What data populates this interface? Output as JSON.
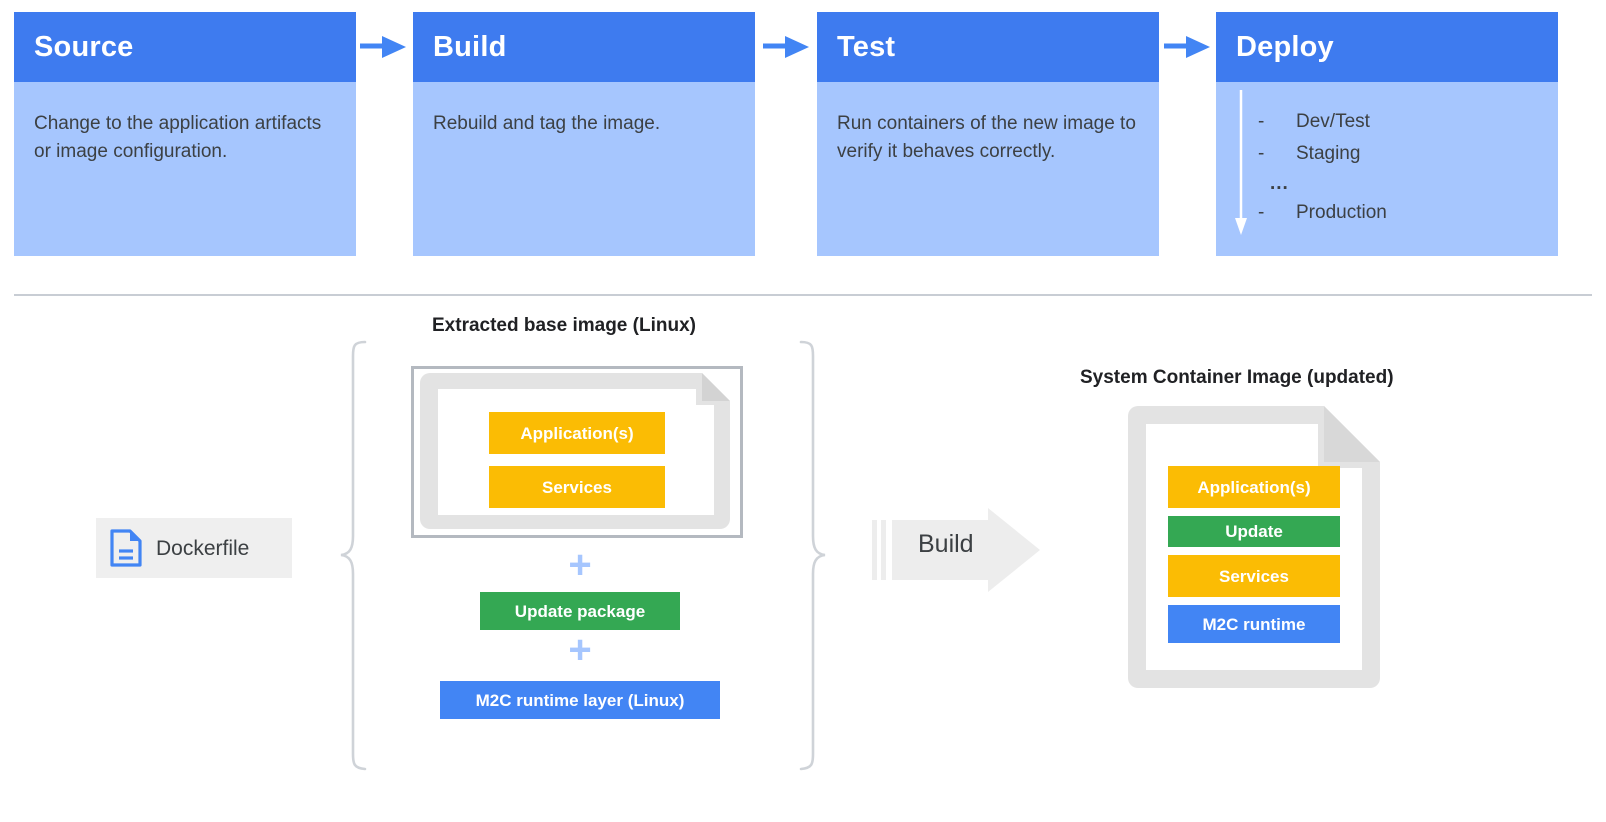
{
  "pipeline": {
    "cards": [
      {
        "title": "Source",
        "body": "Change to the application artifacts or image configuration."
      },
      {
        "title": "Build",
        "body": "Rebuild and tag the image."
      },
      {
        "title": "Test",
        "body": "Run containers of the new image to verify it behaves correctly."
      },
      {
        "title": "Deploy",
        "body": ""
      }
    ],
    "arrow_icon": "arrow-right-icon",
    "deploy": {
      "dash": "-",
      "ellipsis": "...",
      "items": [
        "Dev/Test",
        "Staging",
        "Production"
      ],
      "flow_arrow_icon": "arrow-down-icon"
    }
  },
  "build_flow": {
    "dockerfile": {
      "label": "Dockerfile",
      "icon": "file-document-icon"
    },
    "left_group_label": "Extracted base image (Linux)",
    "right_group_label": "System Container Image (updated)",
    "build_arrow": {
      "label": "Build",
      "icon": "arrow-right-block-icon"
    },
    "plus": "+",
    "base_image_layers": [
      {
        "name": "Application(s)"
      },
      {
        "name": "Services"
      }
    ],
    "added_layers": [
      {
        "name": "Update package"
      },
      {
        "name": "M2C runtime layer (Linux)"
      }
    ],
    "result_layers": [
      {
        "name": "Application(s)"
      },
      {
        "name": "Update"
      },
      {
        "name": "Services"
      },
      {
        "name": "M2C runtime"
      }
    ]
  },
  "colors": {
    "header_blue": "#3E7BEF",
    "body_blue": "#A6C6FE",
    "accent_blue": "#4285F4",
    "orange": "#FBBC04",
    "green": "#34A853",
    "gray_page": "#E3E3E3",
    "gray_frame": "#B4B9C0",
    "gray_divider": "#C8CDD4",
    "text_dark": "#3C4043",
    "chip_bg": "#EFEFEF"
  }
}
